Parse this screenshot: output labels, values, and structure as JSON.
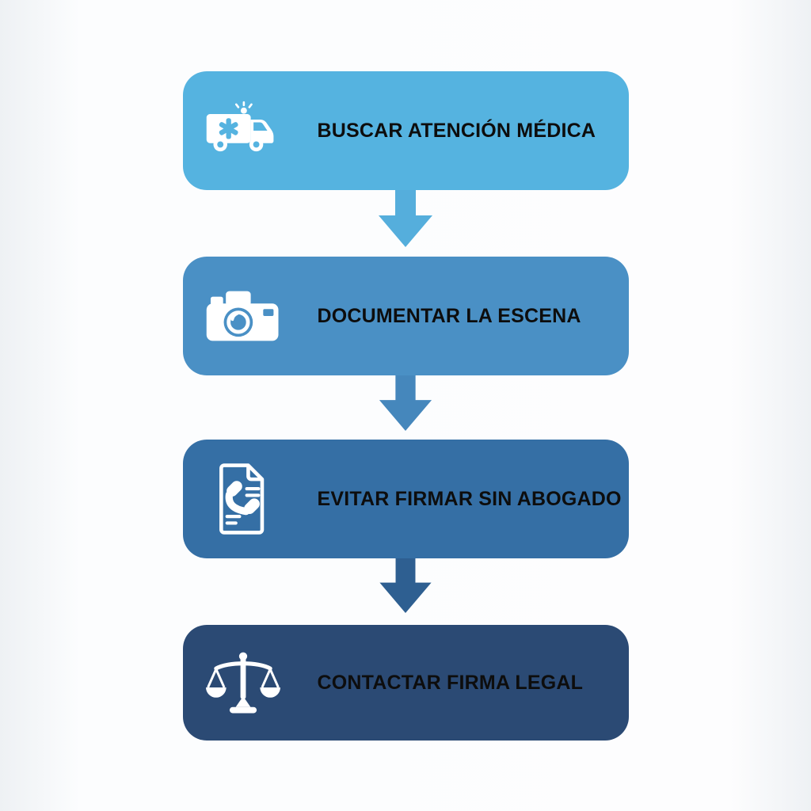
{
  "flowchart": {
    "background": "#FBFCFD",
    "steps": [
      {
        "label": "BUSCAR ATENCIÓN MÉDICA",
        "icon": "ambulance-icon",
        "color": "#55B3E0",
        "text_color": "#0d0d0d"
      },
      {
        "label": "DOCUMENTAR LA ESCENA",
        "icon": "camera-icon",
        "color": "#4A90C5",
        "text_color": "#0d0d0d"
      },
      {
        "label": "EVITAR FIRMAR SIN ABOGADO",
        "icon": "phone-document-icon",
        "color": "#356FA5",
        "text_color": "#0d0d0d"
      },
      {
        "label": "CONTACTAR FIRMA LEGAL",
        "icon": "scales-of-justice-icon",
        "color": "#2B4A74",
        "text_color": "#0d0d0d"
      }
    ],
    "connectors": [
      {
        "color": "#55AEDC"
      },
      {
        "color": "#4587BC"
      },
      {
        "color": "#2E5F91"
      }
    ]
  }
}
